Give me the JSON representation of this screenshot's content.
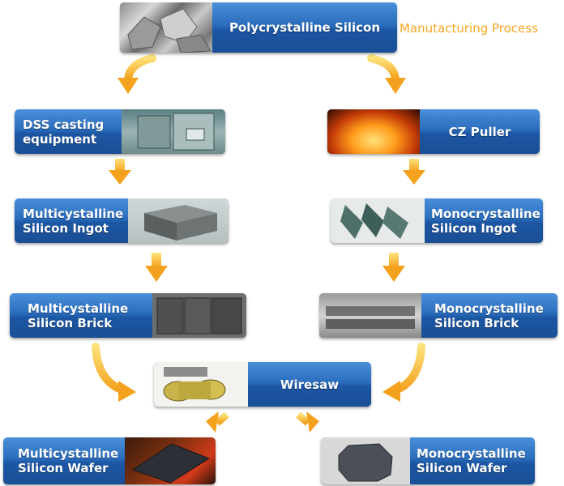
{
  "note": {
    "text": "Manutacturing Process",
    "color": "#f5a623"
  },
  "colors": {
    "box": "#1f5fae",
    "arrow": "#f7b52c",
    "text": "#ffffff"
  },
  "nodes": {
    "poly": {
      "label": "Polycrystalline Silicon",
      "image": "polysilicon-chunks-photo"
    },
    "dss": {
      "label": "DSS casting\nequipment",
      "image": "casting-furnace-photo"
    },
    "cz": {
      "label": "CZ Puller",
      "image": "glowing-crucible-photo"
    },
    "multi_ingot": {
      "label": "Multicystalline\nSilicon Ingot",
      "image": "square-ingot-photo"
    },
    "mono_ingot": {
      "label": "Monocrystalline\nSilicon Ingot",
      "image": "cylindrical-ingots-photo"
    },
    "multi_brick": {
      "label": "Multicystalline\nSilicon Brick",
      "image": "brick-blocks-photo"
    },
    "mono_brick": {
      "label": "Monocrystalline\nSilicon Brick",
      "image": "mono-bricks-photo"
    },
    "wiresaw": {
      "label": "Wiresaw",
      "image": "wire-rollers-photo"
    },
    "multi_wafer": {
      "label": "Multicystalline\nSilicon Wafer",
      "image": "multi-wafer-photo"
    },
    "mono_wafer": {
      "label": "Monocrystalline\nSilicon Wafer",
      "image": "mono-wafer-photo"
    }
  }
}
